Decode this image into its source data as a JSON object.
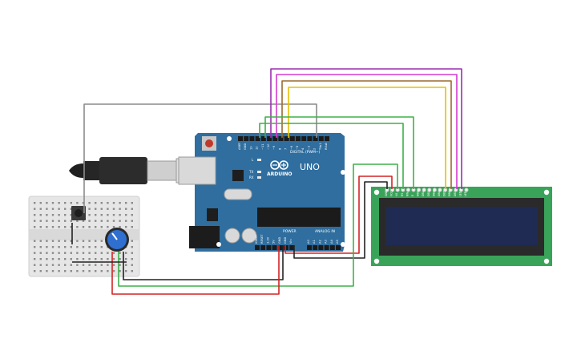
{
  "board": {
    "brand": "ARDUINO",
    "model": "UNO",
    "digital_label": "DIGITAL (PWM~)",
    "power_label": "POWER",
    "analog_label": "ANALOG IN",
    "led_l": "L",
    "led_tx": "TX",
    "led_rx": "RX",
    "top_pins": [
      "AREF",
      "GND",
      "13",
      "12",
      "~11",
      "~10",
      "~9",
      "8",
      "7",
      "~6",
      "~5",
      "4",
      "~3",
      "2",
      "TX▸1",
      "RX◂0"
    ],
    "power_pins": [
      "IOREF",
      "RESET",
      "3.3V",
      "5V",
      "GND",
      "GND",
      "Vin"
    ],
    "analog_pins": [
      "A0",
      "A1",
      "A2",
      "A3",
      "A4",
      "A5"
    ]
  },
  "lcd": {
    "pins": [
      "GND",
      "VCC",
      "V0",
      "RS",
      "RW",
      "E",
      "DB0",
      "DB1",
      "DB2",
      "DB3",
      "DB4",
      "DB5",
      "DB6",
      "DB7",
      "LED",
      "LED"
    ]
  },
  "colors": {
    "board": "#2f6e9f",
    "lcd_pcb": "#3aa35a",
    "lcd_screen": "#1f2b52",
    "wire_gray": "#8c8c8c",
    "wire_green": "#3eb049",
    "wire_red": "#d32424",
    "wire_black": "#222222",
    "wire_purple": "#9b2fae",
    "wire_magenta": "#d63ad0",
    "wire_brown": "#9a6a2e",
    "wire_yellow": "#e6c000"
  }
}
